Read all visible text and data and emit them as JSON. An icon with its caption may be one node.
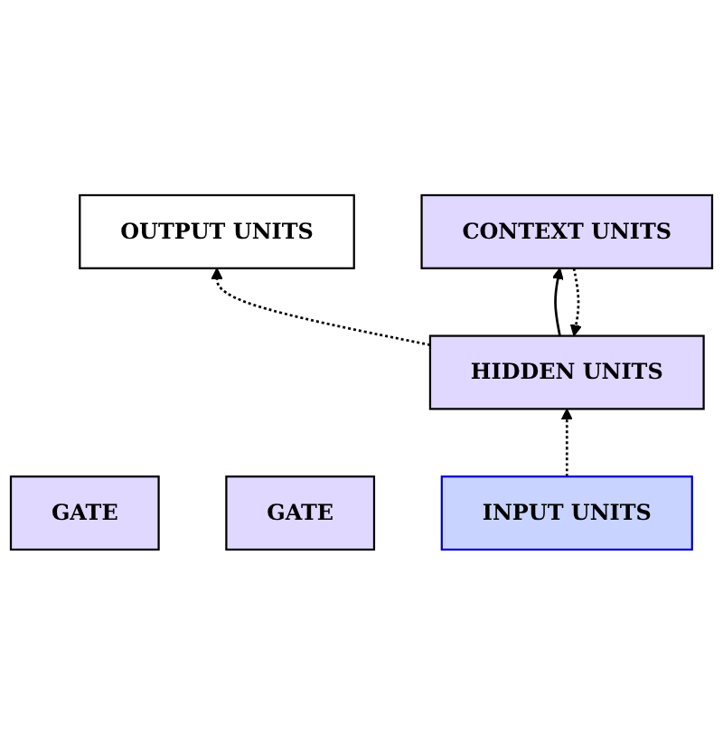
{
  "diagram": {
    "nodes": [
      {
        "text": [
          "OUTPUT UNITS"
        ]
      },
      {
        "text": [
          "HIDDEN UNITS"
        ]
      },
      {
        "text": [
          "GATE"
        ]
      },
      {
        "text": [
          "GATE"
        ]
      },
      {
        "text": [
          "INPUT UNITS"
        ]
      },
      {
        "text": [
          "CONTEXT UNITS"
        ]
      }
    ],
    "edges": [
      {
        "from": 4,
        "to": 1,
        "arrow": "to",
        "style": "dashed"
      },
      {
        "from": 5,
        "to": 1,
        "arrow": "to",
        "style": "dashed"
      },
      {
        "from": 1,
        "to": 0,
        "arrow": "to",
        "style": "dashed"
      },
      {
        "from": 1,
        "to": 5,
        "arrow": "to"
      }
    ]
  }
}
